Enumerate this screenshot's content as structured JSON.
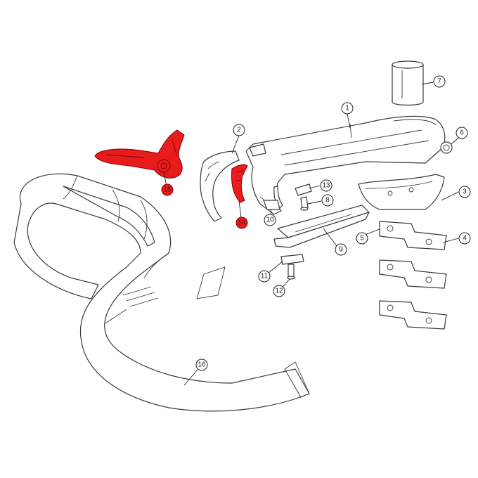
{
  "diagram": {
    "callouts": [
      {
        "label": "1",
        "highlighted": false
      },
      {
        "label": "2",
        "highlighted": false
      },
      {
        "label": "3",
        "highlighted": false
      },
      {
        "label": "4",
        "highlighted": false
      },
      {
        "label": "5",
        "highlighted": false
      },
      {
        "label": "6",
        "highlighted": false
      },
      {
        "label": "7",
        "highlighted": false
      },
      {
        "label": "8",
        "highlighted": false
      },
      {
        "label": "9",
        "highlighted": false
      },
      {
        "label": "10",
        "highlighted": false
      },
      {
        "label": "11",
        "highlighted": false
      },
      {
        "label": "12",
        "highlighted": false
      },
      {
        "label": "13",
        "highlighted": false
      },
      {
        "label": "14",
        "highlighted": true
      },
      {
        "label": "15",
        "highlighted": true
      },
      {
        "label": "16",
        "highlighted": false
      }
    ],
    "colors": {
      "highlight": "#e81c1c",
      "line": "#3a3a3a",
      "background": "#ffffff"
    }
  }
}
